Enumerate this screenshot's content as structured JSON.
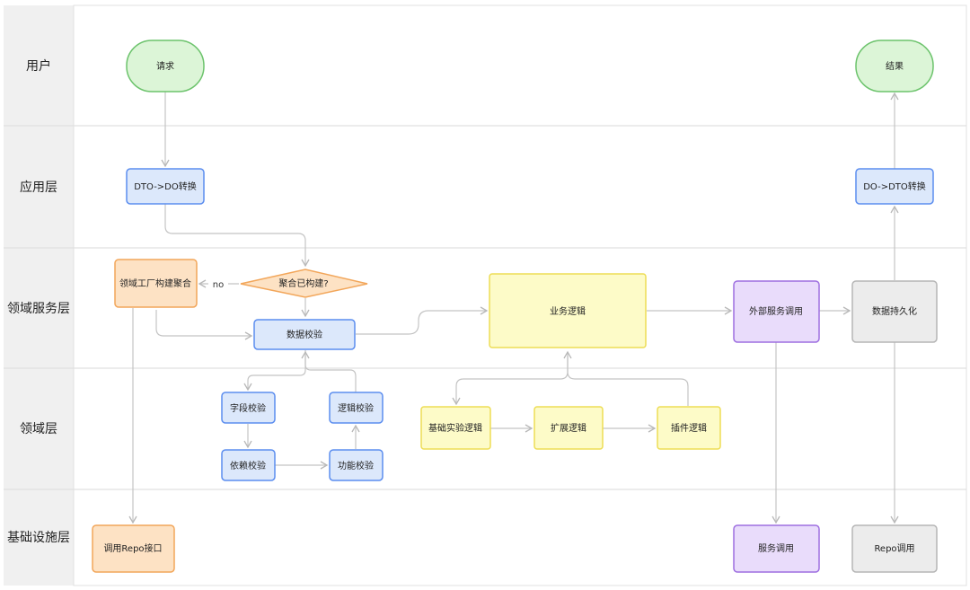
{
  "lanes": [
    {
      "label": "用户"
    },
    {
      "label": "应用层"
    },
    {
      "label": "领域服务层"
    },
    {
      "label": "领域层"
    },
    {
      "label": "基础设施层"
    }
  ],
  "colors": {
    "green": {
      "fill": "#dcf5d7",
      "stroke": "#6cc36c"
    },
    "blue": {
      "fill": "#dce8fb",
      "stroke": "#5b8def"
    },
    "orange": {
      "fill": "#fde2c4",
      "stroke": "#f2a65a"
    },
    "yellow": {
      "fill": "#fdfbc8",
      "stroke": "#eddd55"
    },
    "purple": {
      "fill": "#e9dcfb",
      "stroke": "#9e6fe0"
    },
    "gray": {
      "fill": "#ececec",
      "stroke": "#b5b5b5"
    },
    "edge": "#c4c4c4",
    "lane_bg": "#f0f0f0"
  },
  "nodes": {
    "request": {
      "label": "请求",
      "color": "green"
    },
    "result": {
      "label": "结果",
      "color": "green"
    },
    "dto_to_do": {
      "label": "DTO->DO转换",
      "color": "blue"
    },
    "do_to_dto": {
      "label": "DO->DTO转换",
      "color": "blue"
    },
    "factory_build": {
      "label": "领域工厂构建聚合",
      "color": "orange"
    },
    "aggregate_built": {
      "label": "聚合已构建?",
      "color": "orange",
      "shape": "diamond"
    },
    "data_validation": {
      "label": "数据校验",
      "color": "blue"
    },
    "business_logic": {
      "label": "业务逻辑",
      "color": "yellow"
    },
    "external_service_call": {
      "label": "外部服务调用",
      "color": "purple"
    },
    "persistence": {
      "label": "数据持久化",
      "color": "gray"
    },
    "field_validation": {
      "label": "字段校验",
      "color": "blue"
    },
    "logic_validation": {
      "label": "逻辑校验",
      "color": "blue"
    },
    "dependency_validation": {
      "label": "依赖校验",
      "color": "blue"
    },
    "function_validation": {
      "label": "功能校验",
      "color": "blue"
    },
    "base_impl_logic": {
      "label": "基础实验逻辑",
      "color": "yellow"
    },
    "extension_logic": {
      "label": "扩展逻辑",
      "color": "yellow"
    },
    "plugin_logic": {
      "label": "插件逻辑",
      "color": "yellow"
    },
    "repo_interface_call": {
      "label": "调用Repo接口",
      "color": "orange"
    },
    "service_call": {
      "label": "服务调用",
      "color": "purple"
    },
    "repo_call": {
      "label": "Repo调用",
      "color": "gray"
    }
  },
  "edges": [
    {
      "from": "request",
      "to": "dto_to_do"
    },
    {
      "from": "dto_to_do",
      "to": "aggregate_built"
    },
    {
      "from": "aggregate_built",
      "to": "factory_build",
      "label": "no"
    },
    {
      "from": "aggregate_built",
      "to": "data_validation"
    },
    {
      "from": "factory_build",
      "to": "data_validation"
    },
    {
      "from": "factory_build",
      "to": "repo_interface_call"
    },
    {
      "from": "data_validation",
      "to": "business_logic"
    },
    {
      "from": "data_validation",
      "to": "field_validation"
    },
    {
      "from": "logic_validation",
      "to": "data_validation"
    },
    {
      "from": "field_validation",
      "to": "dependency_validation"
    },
    {
      "from": "dependency_validation",
      "to": "function_validation"
    },
    {
      "from": "function_validation",
      "to": "logic_validation"
    },
    {
      "from": "base_impl_logic",
      "to": "extension_logic"
    },
    {
      "from": "extension_logic",
      "to": "plugin_logic"
    },
    {
      "from": "plugin_logic",
      "to": "business_logic"
    },
    {
      "from": "business_logic",
      "to": "base_impl_logic"
    },
    {
      "from": "business_logic",
      "to": "external_service_call"
    },
    {
      "from": "external_service_call",
      "to": "persistence"
    },
    {
      "from": "external_service_call",
      "to": "service_call"
    },
    {
      "from": "persistence",
      "to": "repo_call"
    },
    {
      "from": "persistence",
      "to": "do_to_dto"
    },
    {
      "from": "do_to_dto",
      "to": "result"
    }
  ]
}
